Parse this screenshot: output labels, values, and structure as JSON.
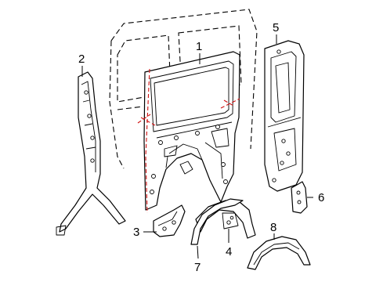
{
  "callouts": {
    "c1": "1",
    "c2": "2",
    "c3": "3",
    "c4": "4",
    "c5": "5",
    "c6": "6",
    "c7": "7",
    "c8": "8"
  },
  "colors": {
    "line": "#000000",
    "cut_line": "#d01010",
    "background": "#ffffff"
  }
}
